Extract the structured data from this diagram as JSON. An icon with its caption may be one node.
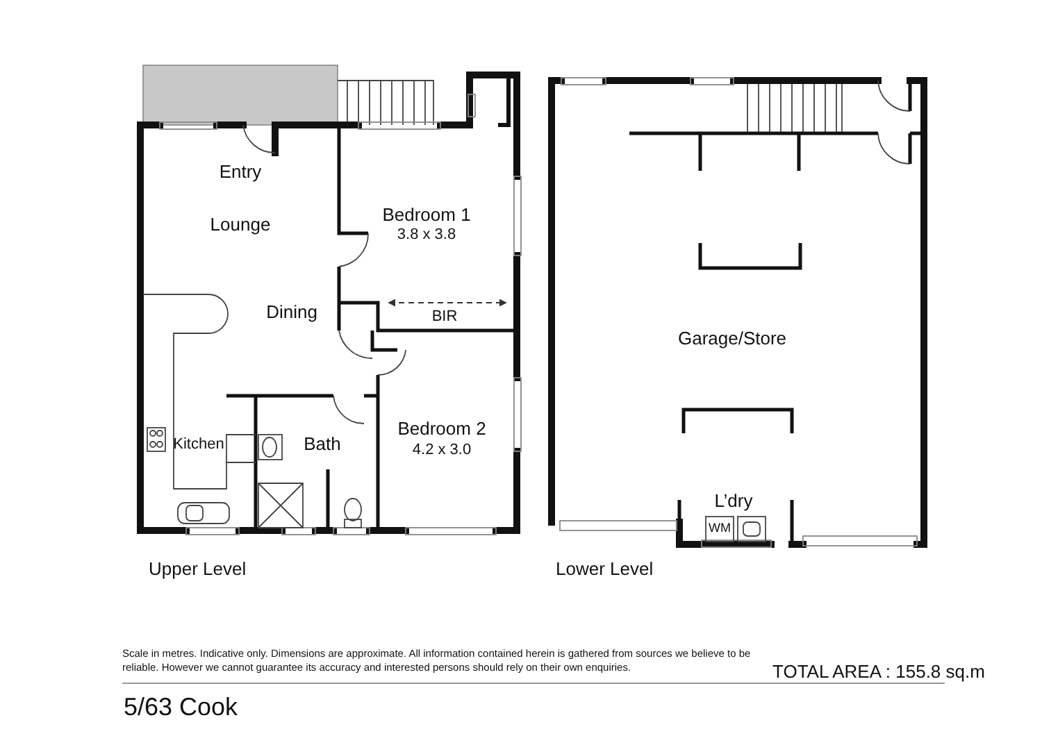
{
  "diagram": {
    "labels": [
      "Entry",
      "Bedroom 1",
      "3.8 x 3.8",
      "Lounge",
      "Dining",
      "BIR",
      "Kitchen",
      "Bath",
      "Bedroom 2",
      "4.2 x 3.0",
      "Garage/Store",
      "L’dry",
      "WM",
      "Upper Level",
      "Lower Level",
      "Scale in metres. Indicative only. Dimensions are approximate. All information contained herein is gathered from sources we believe to be reliable. However we cannot guarantee its accuracy and interested persons should rely on their own enquiries.",
      "TOTAL AREA : 155.8 sq.m",
      "5/63 Cook"
    ]
  }
}
